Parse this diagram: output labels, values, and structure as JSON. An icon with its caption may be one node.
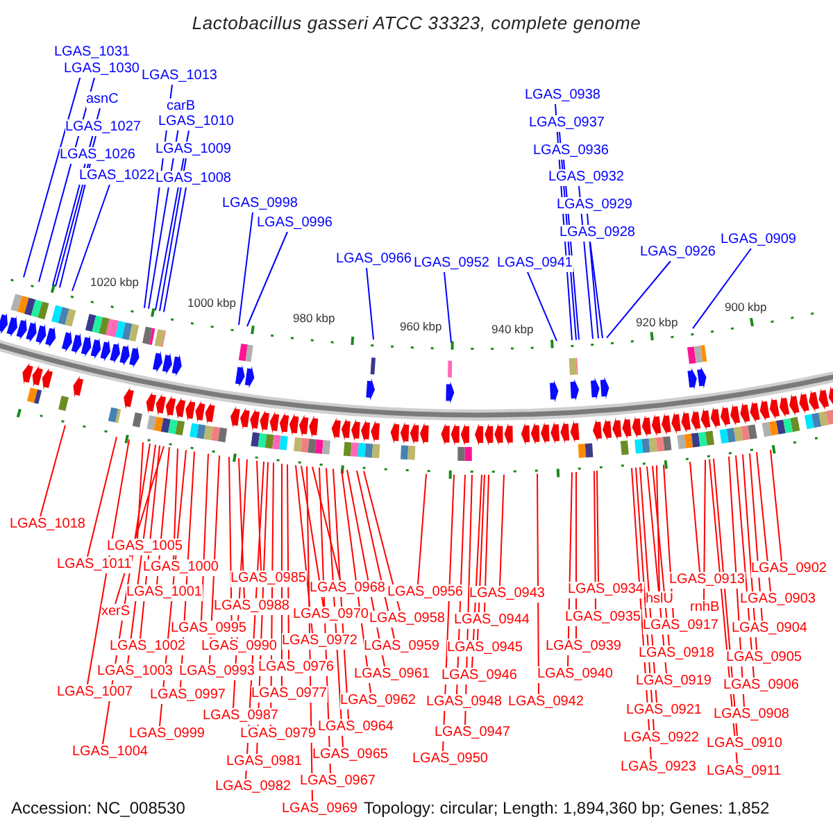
{
  "diagram": {
    "title": "Lactobacillus gasseri ATCC 33323, complete genome",
    "nodes": [
      {
        "text": [
          "LGAS_1031"
        ]
      },
      {
        "text": [
          "LGAS_1030"
        ]
      },
      {
        "text": [
          "asnC"
        ]
      },
      {
        "text": [
          "LGAS_1027"
        ]
      },
      {
        "text": [
          "LGAS_1026"
        ]
      },
      {
        "text": [
          "LGAS_1022"
        ]
      },
      {
        "text": [
          "LGAS_1013"
        ]
      },
      {
        "text": [
          "carB"
        ]
      },
      {
        "text": [
          "LGAS_1010"
        ]
      },
      {
        "text": [
          "LGAS_1009"
        ]
      },
      {
        "text": [
          "LGAS_1008"
        ]
      },
      {
        "text": [
          "LGAS_0998"
        ]
      },
      {
        "text": [
          "LGAS_0996"
        ]
      },
      {
        "text": [
          "LGAS_0966"
        ]
      },
      {
        "text": [
          "LGAS_0952"
        ]
      },
      {
        "text": [
          "LGAS_0941"
        ]
      },
      {
        "text": [
          "LGAS_0938"
        ]
      },
      {
        "text": [
          "LGAS_0937"
        ]
      },
      {
        "text": [
          "LGAS_0936"
        ]
      },
      {
        "text": [
          "LGAS_0932"
        ]
      },
      {
        "text": [
          "LGAS_0929"
        ]
      },
      {
        "text": [
          "LGAS_0928"
        ]
      },
      {
        "text": [
          "LGAS_0926"
        ]
      },
      {
        "text": [
          "LGAS_0909"
        ]
      },
      {
        "text": [
          "LGAS_1018"
        ]
      },
      {
        "text": [
          "LGAS_1011"
        ]
      },
      {
        "text": [
          "LGAS_1005"
        ]
      },
      {
        "text": [
          "LGAS_1000"
        ]
      },
      {
        "text": [
          "LGAS_1001"
        ]
      },
      {
        "text": [
          "xerS"
        ]
      },
      {
        "text": [
          "LGAS_0995"
        ]
      },
      {
        "text": [
          "LGAS_1002"
        ]
      },
      {
        "text": [
          "LGAS_0990"
        ]
      },
      {
        "text": [
          "LGAS_1003"
        ]
      },
      {
        "text": [
          "LGAS_0993"
        ]
      },
      {
        "text": [
          "LGAS_1007"
        ]
      },
      {
        "text": [
          "LGAS_0997"
        ]
      },
      {
        "text": [
          "LGAS_0987"
        ]
      },
      {
        "text": [
          "LGAS_0999"
        ]
      },
      {
        "text": [
          "LGAS_1004"
        ]
      },
      {
        "text": [
          "LGAS_0985"
        ]
      },
      {
        "text": [
          "LGAS_0988"
        ]
      },
      {
        "text": [
          "LGAS_0976"
        ]
      },
      {
        "text": [
          "LGAS_0977"
        ]
      },
      {
        "text": [
          "LGAS_0979"
        ]
      },
      {
        "text": [
          "LGAS_0981"
        ]
      },
      {
        "text": [
          "LGAS_0982"
        ]
      },
      {
        "text": [
          "LGAS_0968"
        ]
      },
      {
        "text": [
          "LGAS_0970"
        ]
      },
      {
        "text": [
          "LGAS_0972"
        ]
      },
      {
        "text": [
          "LGAS_0964"
        ]
      },
      {
        "text": [
          "LGAS_0965"
        ]
      },
      {
        "text": [
          "LGAS_0967"
        ]
      },
      {
        "text": [
          "LGAS_0969"
        ]
      },
      {
        "text": [
          "LGAS_0962"
        ]
      },
      {
        "text": [
          "LGAS_0961"
        ]
      },
      {
        "text": [
          "LGAS_0959"
        ]
      },
      {
        "text": [
          "LGAS_0958"
        ]
      },
      {
        "text": [
          "LGAS_0956"
        ]
      },
      {
        "text": [
          "LGAS_0943"
        ]
      },
      {
        "text": [
          "LGAS_0944"
        ]
      },
      {
        "text": [
          "LGAS_0945"
        ]
      },
      {
        "text": [
          "LGAS_0946"
        ]
      },
      {
        "text": [
          "LGAS_0948"
        ]
      },
      {
        "text": [
          "LGAS_0947"
        ]
      },
      {
        "text": [
          "LGAS_0950"
        ]
      },
      {
        "text": [
          "LGAS_0942"
        ]
      },
      {
        "text": [
          "LGAS_0934"
        ]
      },
      {
        "text": [
          "LGAS_0935"
        ]
      },
      {
        "text": [
          "LGAS_0939"
        ]
      },
      {
        "text": [
          "LGAS_0940"
        ]
      },
      {
        "text": [
          "LGAS_0913"
        ]
      },
      {
        "text": [
          "hslU"
        ]
      },
      {
        "text": [
          "rnhB"
        ]
      },
      {
        "text": [
          "LGAS_0917"
        ]
      },
      {
        "text": [
          "LGAS_0918"
        ]
      },
      {
        "text": [
          "LGAS_0919"
        ]
      },
      {
        "text": [
          "LGAS_0921"
        ]
      },
      {
        "text": [
          "LGAS_0922"
        ]
      },
      {
        "text": [
          "LGAS_0923"
        ]
      },
      {
        "text": [
          "LGAS_0902"
        ]
      },
      {
        "text": [
          "LGAS_0903"
        ]
      },
      {
        "text": [
          "LGAS_0904"
        ]
      },
      {
        "text": [
          "LGAS_0905"
        ]
      },
      {
        "text": [
          "LGAS_0906"
        ]
      },
      {
        "text": [
          "LGAS_0908"
        ]
      },
      {
        "text": [
          "LGAS_0910"
        ]
      },
      {
        "text": [
          "LGAS_0911"
        ]
      }
    ],
    "edges": [
      {
        "from": 0,
        "to": null,
        "arrow": "none",
        "color": "#0000ff"
      },
      {
        "from": 1,
        "to": null,
        "arrow": "none",
        "color": "#0000ff"
      },
      {
        "from": 2,
        "to": null,
        "arrow": "none",
        "color": "#0000ff"
      },
      {
        "from": 3,
        "to": null,
        "arrow": "none",
        "color": "#0000ff"
      },
      {
        "from": 4,
        "to": null,
        "arrow": "none",
        "color": "#0000ff"
      },
      {
        "from": 5,
        "to": null,
        "arrow": "none",
        "color": "#0000ff"
      },
      {
        "from": 6,
        "to": null,
        "arrow": "none",
        "color": "#0000ff"
      },
      {
        "from": 7,
        "to": null,
        "arrow": "none",
        "color": "#0000ff"
      },
      {
        "from": 8,
        "to": null,
        "arrow": "none",
        "color": "#0000ff"
      },
      {
        "from": 9,
        "to": null,
        "arrow": "none",
        "color": "#0000ff"
      },
      {
        "from": 10,
        "to": null,
        "arrow": "none",
        "color": "#0000ff"
      },
      {
        "from": 11,
        "to": null,
        "arrow": "none",
        "color": "#0000ff"
      },
      {
        "from": 12,
        "to": null,
        "arrow": "none",
        "color": "#0000ff"
      },
      {
        "from": 13,
        "to": null,
        "arrow": "none",
        "color": "#0000ff"
      },
      {
        "from": 14,
        "to": null,
        "arrow": "none",
        "color": "#0000ff"
      },
      {
        "from": 15,
        "to": null,
        "arrow": "none",
        "color": "#0000ff"
      },
      {
        "from": 16,
        "to": null,
        "arrow": "none",
        "color": "#0000ff"
      },
      {
        "from": 17,
        "to": null,
        "arrow": "none",
        "color": "#0000ff"
      },
      {
        "from": 18,
        "to": null,
        "arrow": "none",
        "color": "#0000ff"
      },
      {
        "from": 19,
        "to": null,
        "arrow": "none",
        "color": "#0000ff"
      },
      {
        "from": 20,
        "to": null,
        "arrow": "none",
        "color": "#0000ff"
      },
      {
        "from": 21,
        "to": null,
        "arrow": "none",
        "color": "#0000ff"
      },
      {
        "from": 22,
        "to": null,
        "arrow": "none",
        "color": "#0000ff"
      },
      {
        "from": 23,
        "to": null,
        "arrow": "none",
        "color": "#0000ff"
      },
      {
        "from": 24,
        "to": null,
        "arrow": "none"
      },
      {
        "from": 25,
        "to": null,
        "arrow": "none"
      },
      {
        "from": 26,
        "to": null,
        "arrow": "none"
      },
      {
        "from": 27,
        "to": null,
        "arrow": "none"
      },
      {
        "from": 28,
        "to": null,
        "arrow": "none"
      },
      {
        "from": 29,
        "to": null,
        "arrow": "none"
      },
      {
        "from": 30,
        "to": null,
        "arrow": "none"
      },
      {
        "from": 31,
        "to": null,
        "arrow": "none"
      },
      {
        "from": 32,
        "to": null,
        "arrow": "none"
      },
      {
        "from": 33,
        "to": null,
        "arrow": "none"
      },
      {
        "from": 34,
        "to": null,
        "arrow": "none"
      },
      {
        "from": 35,
        "to": null,
        "arrow": "none"
      },
      {
        "from": 36,
        "to": null,
        "arrow": "none"
      },
      {
        "from": 37,
        "to": null,
        "arrow": "none"
      },
      {
        "from": 38,
        "to": null,
        "arrow": "none"
      },
      {
        "from": 39,
        "to": null,
        "arrow": "none"
      },
      {
        "from": 40,
        "to": null,
        "arrow": "none"
      },
      {
        "from": 41,
        "to": null,
        "arrow": "none"
      },
      {
        "from": 42,
        "to": null,
        "arrow": "none"
      },
      {
        "from": 43,
        "to": null,
        "arrow": "none"
      },
      {
        "from": 44,
        "to": null,
        "arrow": "none"
      },
      {
        "from": 45,
        "to": null,
        "arrow": "none"
      },
      {
        "from": 46,
        "to": null,
        "arrow": "none"
      },
      {
        "from": 47,
        "to": null,
        "arrow": "none"
      },
      {
        "from": 48,
        "to": null,
        "arrow": "none"
      },
      {
        "from": 49,
        "to": null,
        "arrow": "none"
      },
      {
        "from": 50,
        "to": null,
        "arrow": "none"
      },
      {
        "from": 51,
        "to": null,
        "arrow": "none"
      },
      {
        "from": 52,
        "to": null,
        "arrow": "none"
      },
      {
        "from": 53,
        "to": null,
        "arrow": "none"
      },
      {
        "from": 54,
        "to": null,
        "arrow": "none"
      },
      {
        "from": 55,
        "to": null,
        "arrow": "none"
      },
      {
        "from": 56,
        "to": null,
        "arrow": "none"
      },
      {
        "from": 57,
        "to": null,
        "arrow": "none"
      },
      {
        "from": 58,
        "to": null,
        "arrow": "none"
      },
      {
        "from": 59,
        "to": null,
        "arrow": "none"
      },
      {
        "from": 60,
        "to": null,
        "arrow": "none"
      },
      {
        "from": 61,
        "to": null,
        "arrow": "none"
      },
      {
        "from": 62,
        "to": null,
        "arrow": "none"
      },
      {
        "from": 63,
        "to": null,
        "arrow": "none"
      },
      {
        "from": 64,
        "to": null,
        "arrow": "none"
      },
      {
        "from": 65,
        "to": null,
        "arrow": "none"
      },
      {
        "from": 66,
        "to": null,
        "arrow": "none"
      },
      {
        "from": 67,
        "to": null,
        "arrow": "none"
      },
      {
        "from": 68,
        "to": null,
        "arrow": "none"
      },
      {
        "from": 69,
        "to": null,
        "arrow": "none"
      },
      {
        "from": 70,
        "to": null,
        "arrow": "none"
      },
      {
        "from": 71,
        "to": null,
        "arrow": "none"
      },
      {
        "from": 72,
        "to": null,
        "arrow": "none"
      },
      {
        "from": 73,
        "to": null,
        "arrow": "none"
      },
      {
        "from": 74,
        "to": null,
        "arrow": "none"
      },
      {
        "from": 75,
        "to": null,
        "arrow": "none"
      },
      {
        "from": 76,
        "to": null,
        "arrow": "none"
      },
      {
        "from": 77,
        "to": null,
        "arrow": "none"
      },
      {
        "from": 78,
        "to": null,
        "arrow": "none"
      },
      {
        "from": 79,
        "to": null,
        "arrow": "none"
      },
      {
        "from": 80,
        "to": null,
        "arrow": "none"
      },
      {
        "from": 81,
        "to": null,
        "arrow": "none"
      },
      {
        "from": 82,
        "to": null,
        "arrow": "none"
      },
      {
        "from": 83,
        "to": null,
        "arrow": "none"
      },
      {
        "from": 84,
        "to": null,
        "arrow": "none"
      },
      {
        "from": 85,
        "to": null,
        "arrow": "none"
      },
      {
        "from": 86,
        "to": null,
        "arrow": "none"
      },
      {
        "from": 87,
        "to": null,
        "arrow": "none"
      }
    ],
    "labels": [
      "1020 kbp",
      "1000 kbp",
      "980 kbp",
      "960 kbp",
      "940 kbp",
      "920 kbp",
      "900 kbp",
      "Accession: NC_008530",
      "Topology: circular; Length: 1,894,360 bp; Genes: 1,852"
    ]
  }
}
